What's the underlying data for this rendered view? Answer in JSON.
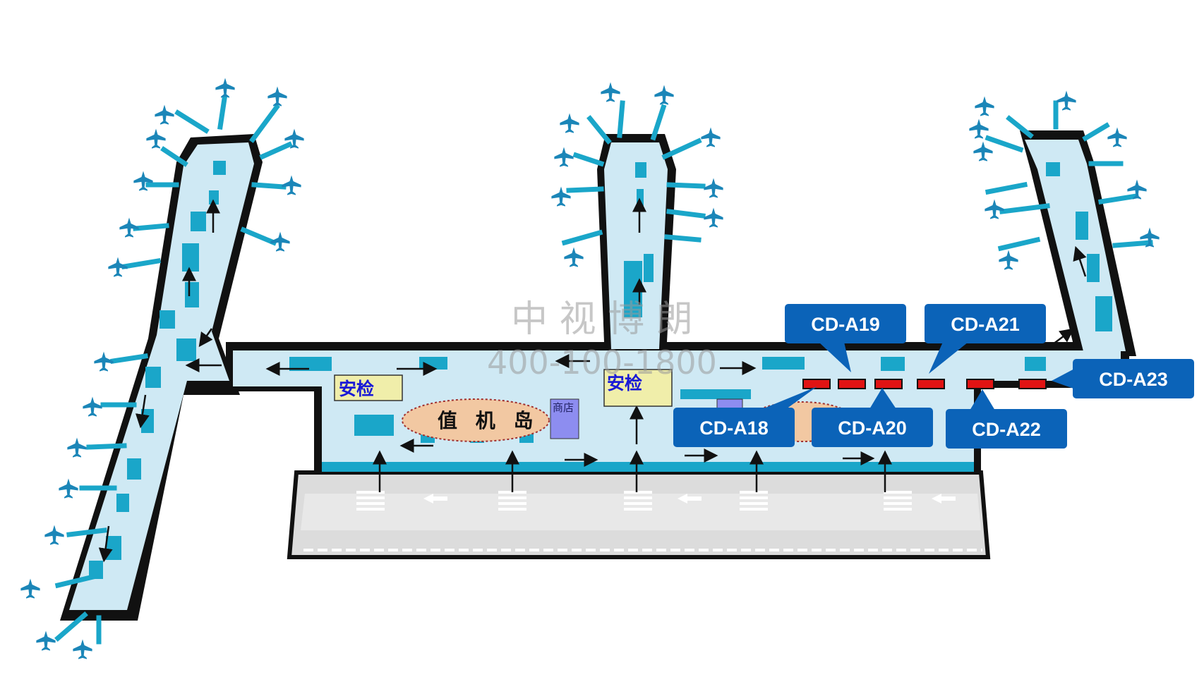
{
  "map": {
    "security_labels": [
      "安检",
      "安检"
    ],
    "checkin_island_label": "值 机 岛",
    "shop_label": "商店",
    "watermark": {
      "company": "中 视 博 朗",
      "phone": "400-100-1800"
    },
    "ad_spots": [
      {
        "id": "CD-A18"
      },
      {
        "id": "CD-A19"
      },
      {
        "id": "CD-A20"
      },
      {
        "id": "CD-A21"
      },
      {
        "id": "CD-A22"
      },
      {
        "id": "CD-A23"
      }
    ],
    "colors": {
      "callout": "#0b63b8",
      "ad_marker": "#e11313",
      "floor": "#cfe9f4",
      "wall": "#111111",
      "counter": "#1aa6c9",
      "security_box": "#f0eeaa",
      "island": "#f2c8a2",
      "shop": "#8d8df0",
      "road": "#d9d9d9"
    },
    "icons": [
      "airplane-icon",
      "arrow-icon"
    ]
  }
}
